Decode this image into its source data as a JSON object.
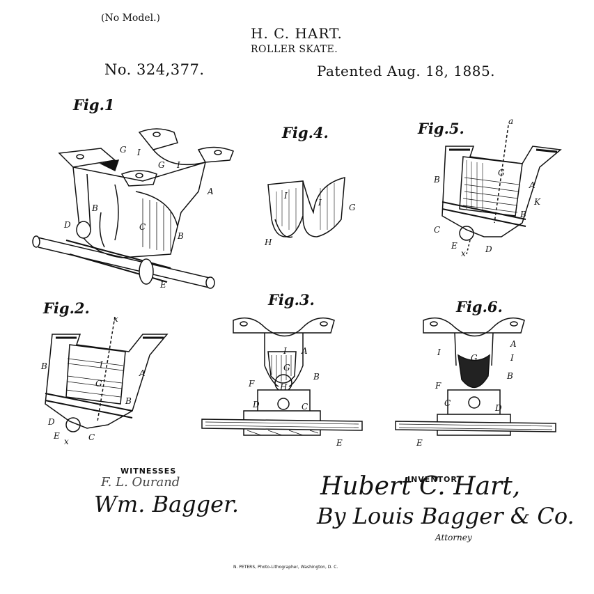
{
  "header": {
    "no_model": "(No Model.)",
    "inventor": "H. C. HART.",
    "subject": "ROLLER SKATE.",
    "patent_number": "No. 324,377.",
    "patent_date": "Patented Aug. 18, 1885."
  },
  "figures": {
    "fig1": "Fig.1",
    "fig2": "Fig.2.",
    "fig3": "Fig.3.",
    "fig4": "Fig.4.",
    "fig5": "Fig.5.",
    "fig6": "Fig.6."
  },
  "reference_letters": {
    "A": "A",
    "B": "B",
    "C": "C",
    "D": "D",
    "E": "E",
    "F": "F",
    "G": "G",
    "H": "H",
    "I": "I",
    "K": "K",
    "x": "x",
    "a": "a"
  },
  "footer": {
    "witnesses_caption": "WITNESSES",
    "witness_1": "F. L. Ourand",
    "witness_2": "Wm. Bagger.",
    "inventor_caption": "INVENTOR",
    "inventor_signature": "Hubert C. Hart,",
    "attorney_signature": "By Louis Bagger & Co.",
    "attorney_caption": "Attorney",
    "lithographer": "N. PETERS, Photo-Lithographer, Washington, D. C."
  }
}
